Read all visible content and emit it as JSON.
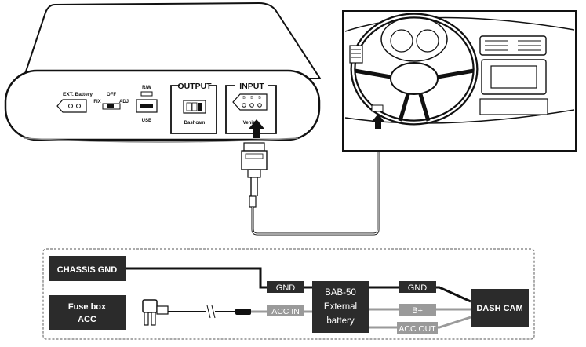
{
  "device": {
    "ext_port_label": "EXT. Battery",
    "switch_off_label": "OFF",
    "switch_fix_label": "FIX",
    "switch_adj_label": "ADJ",
    "rw_label": "R/W",
    "usb_label": "USB",
    "output_label": "OUTPUT",
    "output_port_label": "Dashcam",
    "input_label": "INPUT",
    "input_port_label": "Vehicle"
  },
  "wiring": {
    "chassis_gnd": "CHASSIS GND",
    "fuse_box_line1": "Fuse box",
    "fuse_box_line2": "ACC",
    "gnd_left": "GND",
    "acc_in": "ACC IN",
    "battery_line1": "BAB-50",
    "battery_line2": "External",
    "battery_line3": "battery",
    "gnd_right": "GND",
    "b_plus": "B+",
    "acc_out": "ACC OUT",
    "dash_cam": "DASH CAM"
  },
  "colors": {
    "dark_box": "#2b2b2b",
    "gray_label": "#9a9a9a",
    "line": "#1a1a1a"
  }
}
